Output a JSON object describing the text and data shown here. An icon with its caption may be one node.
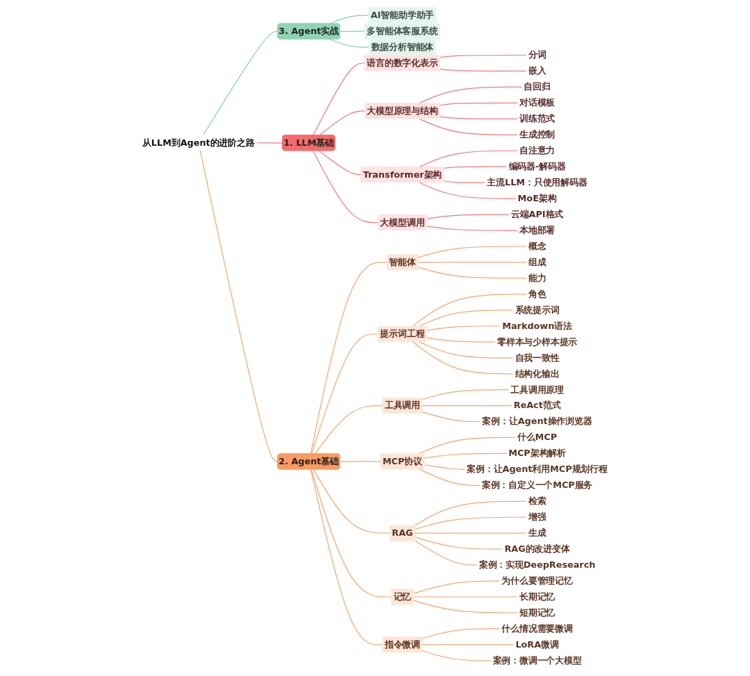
{
  "diagram": {
    "nodes": [
      {
        "text": [
          "从LLM到Agent的进阶之路"
        ]
      },
      {
        "text": [
          "3. Agent实战"
        ]
      },
      {
        "text": [
          "AI智能助学助手"
        ]
      },
      {
        "text": [
          "多智能体客服系统"
        ]
      },
      {
        "text": [
          "数据分析智能体"
        ]
      },
      {
        "text": [
          "1. LLM基础"
        ]
      },
      {
        "text": [
          "语言的数字化表示"
        ]
      },
      {
        "text": [
          "分词"
        ]
      },
      {
        "text": [
          "嵌入"
        ]
      },
      {
        "text": [
          "大模型原理与结构"
        ]
      },
      {
        "text": [
          "自回归"
        ]
      },
      {
        "text": [
          "对话模板"
        ]
      },
      {
        "text": [
          "训练范式"
        ]
      },
      {
        "text": [
          "生成控制"
        ]
      },
      {
        "text": [
          "Transformer架构"
        ]
      },
      {
        "text": [
          "自注意力"
        ]
      },
      {
        "text": [
          "编码器-解码器"
        ]
      },
      {
        "text": [
          "主流LLM：只使用解码器"
        ]
      },
      {
        "text": [
          "MoE架构"
        ]
      },
      {
        "text": [
          "大模型调用"
        ]
      },
      {
        "text": [
          "云端API格式"
        ]
      },
      {
        "text": [
          "本地部署"
        ]
      },
      {
        "text": [
          "2. Agent基础"
        ]
      },
      {
        "text": [
          "智能体"
        ]
      },
      {
        "text": [
          "概念"
        ]
      },
      {
        "text": [
          "组成"
        ]
      },
      {
        "text": [
          "能力"
        ]
      },
      {
        "text": [
          "提示词工程"
        ]
      },
      {
        "text": [
          "角色"
        ]
      },
      {
        "text": [
          "系统提示词"
        ]
      },
      {
        "text": [
          "Markdown语法"
        ]
      },
      {
        "text": [
          "零样本与少样本提示"
        ]
      },
      {
        "text": [
          "自我一致性"
        ]
      },
      {
        "text": [
          "结构化输出"
        ]
      },
      {
        "text": [
          "工具调用"
        ]
      },
      {
        "text": [
          "工具调用原理"
        ]
      },
      {
        "text": [
          "ReAct范式"
        ]
      },
      {
        "text": [
          "案例：让Agent操作浏览器"
        ]
      },
      {
        "text": [
          "MCP协议"
        ]
      },
      {
        "text": [
          "什么MCP"
        ]
      },
      {
        "text": [
          "MCP架构解析"
        ]
      },
      {
        "text": [
          "案例：让Agent利用MCP规划行程"
        ]
      },
      {
        "text": [
          "案例：自定义一个MCP服务"
        ]
      },
      {
        "text": [
          "RAG"
        ]
      },
      {
        "text": [
          "检索"
        ]
      },
      {
        "text": [
          "增强"
        ]
      },
      {
        "text": [
          "生成"
        ]
      },
      {
        "text": [
          "RAG的改进变体"
        ]
      },
      {
        "text": [
          "案例：实现DeepResearch"
        ]
      },
      {
        "text": [
          "记忆"
        ]
      },
      {
        "text": [
          "为什么要管理记忆"
        ]
      },
      {
        "text": [
          "长期记忆"
        ]
      },
      {
        "text": [
          "短期记忆"
        ]
      },
      {
        "text": [
          "指令微调"
        ]
      },
      {
        "text": [
          "什么情况需要微调"
        ]
      },
      {
        "text": [
          "LoRA微调"
        ]
      },
      {
        "text": [
          "案例：微调一个大模型"
        ]
      }
    ],
    "edges": [
      {
        "from": 0,
        "to": 1,
        "arrow": "none",
        "color": "#86d0b2"
      },
      {
        "from": 1,
        "to": 2,
        "arrow": "none",
        "color": "#86d0b2"
      },
      {
        "from": 1,
        "to": 3,
        "arrow": "none",
        "color": "#86d0b2"
      },
      {
        "from": 1,
        "to": 4,
        "arrow": "none",
        "color": "#86d0b2"
      },
      {
        "from": 0,
        "to": 5,
        "arrow": "none",
        "color": "#f27878"
      },
      {
        "from": 5,
        "to": 6,
        "arrow": "none",
        "color": "#f27878"
      },
      {
        "from": 6,
        "to": 7,
        "arrow": "none",
        "color": "#f27878"
      },
      {
        "from": 6,
        "to": 8,
        "arrow": "none",
        "color": "#f27878"
      },
      {
        "from": 5,
        "to": 9,
        "arrow": "none",
        "color": "#f27878"
      },
      {
        "from": 9,
        "to": 10,
        "arrow": "none",
        "color": "#f27878"
      },
      {
        "from": 9,
        "to": 11,
        "arrow": "none",
        "color": "#f27878"
      },
      {
        "from": 9,
        "to": 12,
        "arrow": "none",
        "color": "#f27878"
      },
      {
        "from": 9,
        "to": 13,
        "arrow": "none",
        "color": "#f27878"
      },
      {
        "from": 5,
        "to": 14,
        "arrow": "none",
        "color": "#f27878"
      },
      {
        "from": 14,
        "to": 15,
        "arrow": "none",
        "color": "#f27878"
      },
      {
        "from": 14,
        "to": 16,
        "arrow": "none",
        "color": "#f27878"
      },
      {
        "from": 14,
        "to": 17,
        "arrow": "none",
        "color": "#f27878"
      },
      {
        "from": 14,
        "to": 18,
        "arrow": "none",
        "color": "#f27878"
      },
      {
        "from": 5,
        "to": 19,
        "arrow": "none",
        "color": "#f27878"
      },
      {
        "from": 19,
        "to": 20,
        "arrow": "none",
        "color": "#f27878"
      },
      {
        "from": 19,
        "to": 21,
        "arrow": "none",
        "color": "#f27878"
      },
      {
        "from": 0,
        "to": 22,
        "arrow": "none"
      },
      {
        "from": 22,
        "to": 23,
        "arrow": "none"
      },
      {
        "from": 23,
        "to": 24,
        "arrow": "none"
      },
      {
        "from": 23,
        "to": 25,
        "arrow": "none"
      },
      {
        "from": 23,
        "to": 26,
        "arrow": "none"
      },
      {
        "from": 22,
        "to": 27,
        "arrow": "none"
      },
      {
        "from": 27,
        "to": 28,
        "arrow": "none"
      },
      {
        "from": 27,
        "to": 29,
        "arrow": "none"
      },
      {
        "from": 27,
        "to": 30,
        "arrow": "none"
      },
      {
        "from": 27,
        "to": 31,
        "arrow": "none"
      },
      {
        "from": 27,
        "to": 32,
        "arrow": "none"
      },
      {
        "from": 27,
        "to": 33,
        "arrow": "none"
      },
      {
        "from": 22,
        "to": 34,
        "arrow": "none"
      },
      {
        "from": 34,
        "to": 35,
        "arrow": "none"
      },
      {
        "from": 34,
        "to": 36,
        "arrow": "none"
      },
      {
        "from": 34,
        "to": 37,
        "arrow": "none"
      },
      {
        "from": 22,
        "to": 38,
        "arrow": "none"
      },
      {
        "from": 38,
        "to": 39,
        "arrow": "none"
      },
      {
        "from": 38,
        "to": 40,
        "arrow": "none"
      },
      {
        "from": 38,
        "to": 41,
        "arrow": "none"
      },
      {
        "from": 38,
        "to": 42,
        "arrow": "none"
      },
      {
        "from": 22,
        "to": 43,
        "arrow": "none"
      },
      {
        "from": 43,
        "to": 44,
        "arrow": "none"
      },
      {
        "from": 43,
        "to": 45,
        "arrow": "none"
      },
      {
        "from": 43,
        "to": 46,
        "arrow": "none"
      },
      {
        "from": 43,
        "to": 47,
        "arrow": "none"
      },
      {
        "from": 43,
        "to": 48,
        "arrow": "none"
      },
      {
        "from": 22,
        "to": 49,
        "arrow": "none"
      },
      {
        "from": 49,
        "to": 50,
        "arrow": "none"
      },
      {
        "from": 49,
        "to": 51,
        "arrow": "none"
      },
      {
        "from": 49,
        "to": 52,
        "arrow": "none"
      },
      {
        "from": 22,
        "to": 53,
        "arrow": "none"
      },
      {
        "from": 53,
        "to": 54,
        "arrow": "none"
      },
      {
        "from": 53,
        "to": 55,
        "arrow": "none"
      },
      {
        "from": 53,
        "to": 56,
        "arrow": "none"
      }
    ]
  }
}
